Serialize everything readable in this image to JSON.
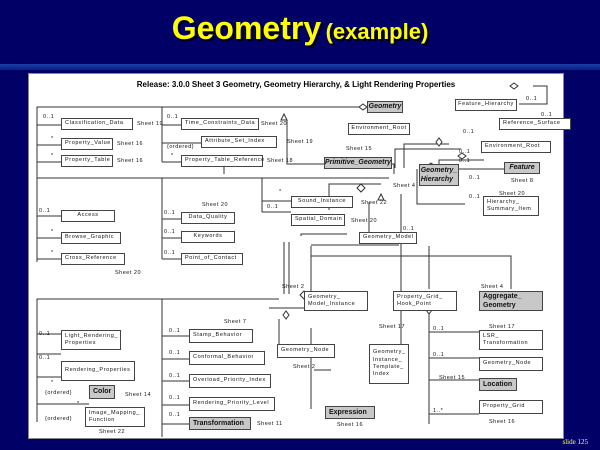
{
  "slide": {
    "title_main": "Geometry",
    "title_sub": "(example)",
    "footer": "slide 125"
  },
  "diagram": {
    "caption": "Release: 3.0.0   Sheet 3   Geometry, Geometry Hierarchy, & Light Rendering Properties",
    "classes": {
      "classification_data": "Classification_Data",
      "property_value": "Property_Value",
      "property_table": "Property_Table",
      "time_constraints_data": "Time_Constraints_Data",
      "attribute_set_index": "Attribute_Set_Index",
      "property_table_reference": "Property_Table_Reference",
      "geometry": "Geometry",
      "environment_root_1": "Environment_Root",
      "primitive_geometry": "Primitive_Geometry",
      "feature_hierarchy": "Feature_Hierarchy",
      "reference_surface": "Reference_Surface",
      "environment_root_2": "Environment_Root",
      "geometry_hierarchy": "Geometry_ Hierarchy",
      "feature": "Feature",
      "hierarchy_summary_item": "Hierarchy_ Summary_Item",
      "access": "Access",
      "browse_graphic": "Browse_Graphic",
      "cross_reference": "Cross_Reference",
      "data_quality": "Data_Quality",
      "keywords": "Keywords",
      "point_of_contact": "Point_of_Contact",
      "sound_instance": "Sound_Instance",
      "spatial_domain": "Spatial_Domain",
      "geometry_model": "Geometry_Model",
      "geometry_model_instance": "Geometry_ Model_Instance",
      "property_grid_hook_point": "Property_Grid_ Hook_Point",
      "aggregate_geometry": "Aggregate_ Geometry",
      "light_rendering_properties": "Light_Rendering_ Properties",
      "rendering_properties": "Rendering_Properties",
      "color": "Color",
      "image_mapping_function": "Image_Mapping_ Function",
      "stamp_behavior": "Stamp_Behavior",
      "conformal_behavior": "Conformal_Behavior",
      "overload_priority_index": "Overload_Priority_Index",
      "rendering_priority_level": "Rendering_Priority_Level",
      "transformation": "Transformation",
      "geometry_node_1": "Geometry_Node",
      "geometry_instance_template_index": "Geometry_ Instance_ Template_ Index",
      "expression": "Expression",
      "lsr_transformation": "LSR_ Transformation",
      "geometry_node_2": "Geometry_Node",
      "location": "Location",
      "property_grid": "Property_Grid"
    },
    "labels": {
      "sheet19a": "Sheet 19",
      "sheet16a": "Sheet 16",
      "sheet16b": "Sheet 16",
      "sheet20a": "Sheet 20",
      "sheet19b": "Sheet 19",
      "sheet18": "Sheet 18",
      "sheet15": "Sheet 15",
      "sheet8": "Sheet 8",
      "sheet4a": "Sheet 4",
      "sheet20b": "Sheet 20",
      "sheet20c": "Sheet 20",
      "sheet22a": "Sheet 22",
      "sheet20d": "Sheet 20",
      "sheet20e": "Sheet 20",
      "sheet2a": "Sheet 2",
      "sheet4b": "Sheet 4",
      "sheet7a": "Sheet 7",
      "sheet17a": "Sheet 17",
      "sheet17b": "Sheet 17",
      "sheet14": "Sheet 14",
      "sheet22b": "Sheet 22",
      "sheet11": "Sheet 11",
      "sheet2b": "Sheet 2",
      "sheet16c": "Sheet 16",
      "sheet15b": "Sheet 15",
      "sheet16d": "Sheet 16",
      "m01": "0..1",
      "star": "*",
      "ordered": "{ordered}",
      "m1star": "1..*"
    }
  }
}
